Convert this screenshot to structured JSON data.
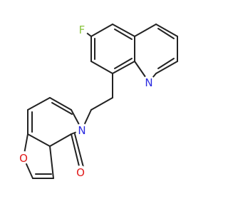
{
  "molecule": {
    "colors": {
      "bond": "#222222",
      "F": "#8ac43f",
      "N": "#2a2ae0",
      "O": "#e01b1b"
    },
    "atom_labels": {
      "fluorine": "F",
      "quinoline_nitrogen": "N",
      "pyridinone_nitrogen": "N",
      "furan_oxygen": "O",
      "carbonyl_oxygen": "O"
    }
  }
}
